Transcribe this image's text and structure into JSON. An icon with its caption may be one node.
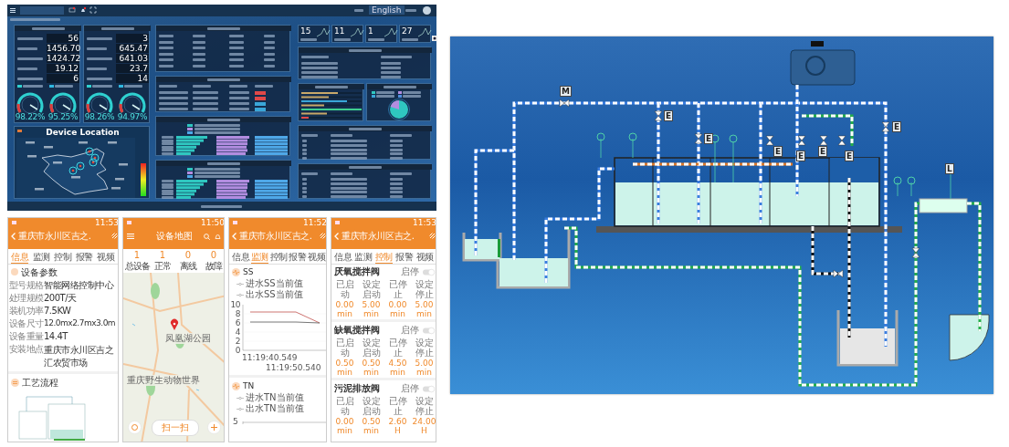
{
  "diagram": {
    "nodes": [
      {
        "text": [
          "English"
        ]
      },
      {
        "text": [
          "56",
          "1456.70",
          "1424.72",
          "19.12",
          "6",
          "98.22%",
          "95.25%"
        ],
        "in": 0
      },
      {
        "text": [
          "3",
          "645.47",
          "641.03",
          "23.7",
          "14",
          "98.26%",
          "94.97%"
        ],
        "in": 0
      },
      {
        "text": [
          "Device Location"
        ],
        "in": 0
      },
      {
        "text": [],
        "shape": "box",
        "in": 0
      },
      {
        "text": [],
        "shape": "box",
        "in": 0
      },
      {
        "text": [],
        "shape": "box",
        "in": 0
      },
      {
        "text": [],
        "shape": "box",
        "in": 0
      },
      {
        "text": [
          "15"
        ],
        "in": 0
      },
      {
        "text": [
          "11"
        ],
        "in": 0
      },
      {
        "text": [
          "1"
        ],
        "in": 0
      },
      {
        "text": [
          "27"
        ],
        "in": 0
      },
      {
        "text": [],
        "shape": "box",
        "in": 0
      },
      {
        "text": [],
        "shape": "box",
        "in": 0
      },
      {
        "text": [],
        "shape": "box",
        "in": 0
      },
      {
        "text": [],
        "shape": "box",
        "in": 0
      },
      {
        "text": [],
        "shape": "box",
        "in": 0
      },
      {
        "text": [
          "11:53",
          "重庆市永川区吉之.",
          "信息",
          "监测",
          "控制",
          "报警",
          "视频",
          "设备参数",
          "型号规格",
          "智能网络控制中心",
          "处理规模",
          "200T/天",
          "装机功率",
          "7.5KW",
          "设备尺寸",
          "12.0mx2.7mx3.0m",
          "设备重量",
          "14.4T",
          "安装地点",
          "重庆市永川区吉之汇农贸市场",
          "工艺流程"
        ]
      },
      {
        "text": [
          "11:50",
          "设备地图",
          "1",
          "总设备",
          "1",
          "正常",
          "0",
          "离线",
          "0",
          "故障",
          "凤凰湖公园",
          "重庆野生动物世界",
          "扫一扫"
        ]
      },
      {
        "text": [
          "11:52",
          "重庆市永川区吉之.",
          "信息",
          "监测",
          "控制",
          "报警",
          "视频",
          "SS",
          "10",
          "8",
          "6",
          "4",
          "2",
          "0",
          "11:19:40.549",
          "11:19:50.540",
          "TN",
          "5"
        ]
      },
      {
        "text": [
          "11:53",
          "重庆市永川区吉之.",
          "信息",
          "监测",
          "控制",
          "报警",
          "视频",
          "厌氧搅拌阀",
          "启停",
          "已启动",
          "设定启动",
          "已停止",
          "设定停止",
          "0.00 min",
          "5.00 min",
          "0.00 min",
          "5.00 min",
          "缺氧搅拌阀",
          "启停",
          "已启动",
          "设定启动",
          "已停止",
          "设定停止",
          "0.50 min",
          "0.50 min",
          "4.50 min",
          "5.00 min",
          "污泥排放阀",
          "启停",
          "已启动",
          "设定启动",
          "已停止",
          "设定停止",
          "0.00 min",
          "0.50 min",
          "2.60 H",
          "24.00 H"
        ]
      },
      {
        "text": [
          "M",
          "E",
          "E",
          "E",
          "E",
          "E",
          "E",
          "E",
          "L"
        ]
      }
    ],
    "legend": [
      {
        "text": "进水SS当前值"
      },
      {
        "text": "出水SS当前值"
      },
      {
        "text": "进水TN当前值"
      },
      {
        "text": "出水TN当前值"
      }
    ]
  }
}
